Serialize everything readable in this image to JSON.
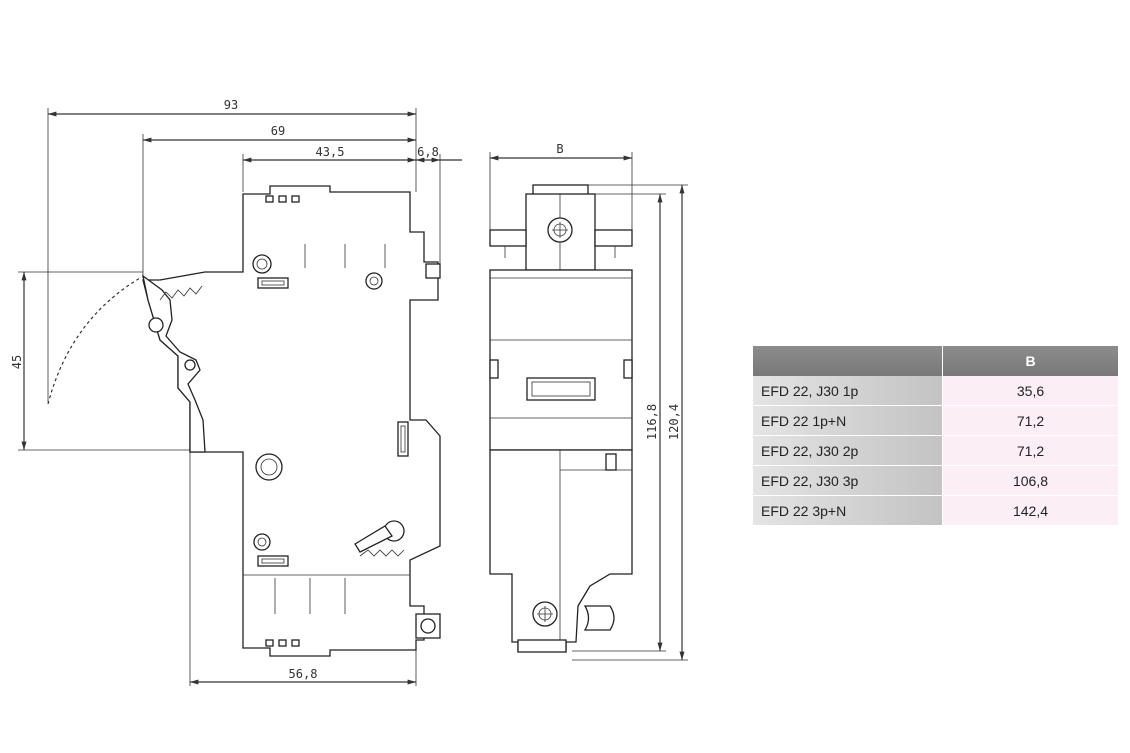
{
  "dimensions": {
    "d93": "93",
    "d69": "69",
    "d43_5": "43,5",
    "d6_8": "6,8",
    "d45": "45",
    "d56_8": "56,8",
    "dB": "B",
    "d116_8": "116,8",
    "d120_4": "120,4"
  },
  "table": {
    "headers": [
      "",
      "B"
    ],
    "rows": [
      {
        "name": "EFD 22, J30 1p",
        "value": "35,6"
      },
      {
        "name": "EFD 22 1p+N",
        "value": "71,2"
      },
      {
        "name": "EFD 22, J30 2p",
        "value": "71,2"
      },
      {
        "name": "EFD 22, J30 3p",
        "value": "106,8"
      },
      {
        "name": "EFD 22 3p+N",
        "value": "142,4"
      }
    ]
  }
}
